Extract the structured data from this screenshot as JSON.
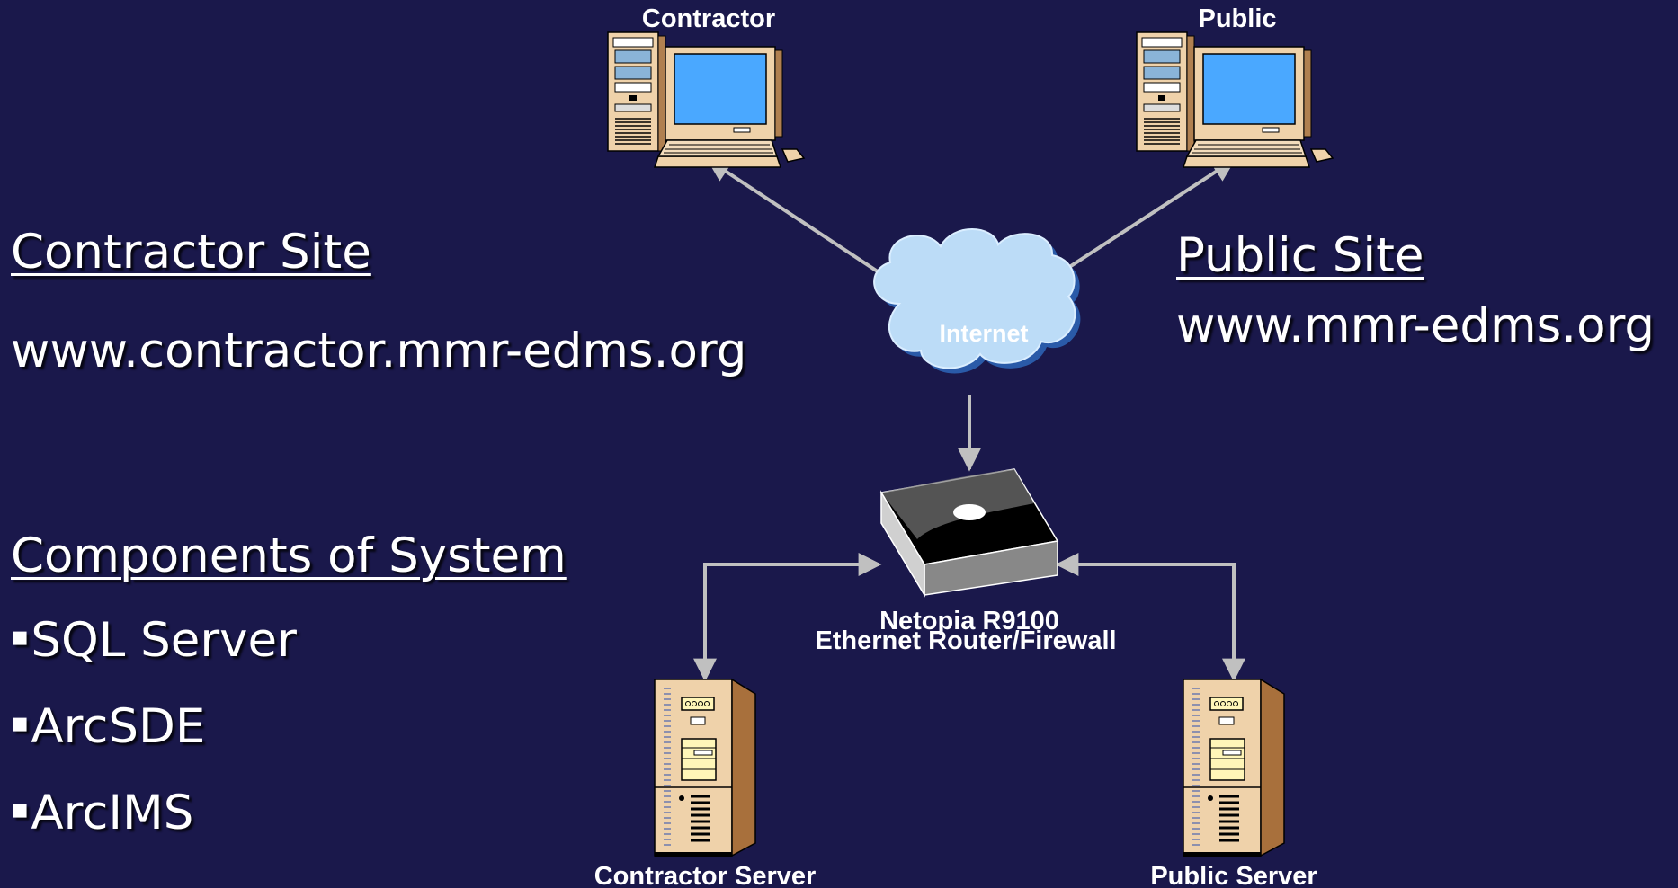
{
  "left_panel": {
    "contractor_site": {
      "heading": "Contractor Site",
      "url": "www.contractor.mmr-edms.org"
    },
    "components": {
      "heading": "Components of System",
      "bullet_mark": "▪",
      "items": [
        "SQL Server",
        "ArcSDE",
        "ArcIMS"
      ]
    }
  },
  "right_panel": {
    "public_site": {
      "heading": "Public Site",
      "url": "www.mmr-edms.org"
    }
  },
  "diagram": {
    "nodes": {
      "contractor_pc": {
        "label": "Contractor",
        "icon": "desktop-computer-icon"
      },
      "public_pc": {
        "label": "Public",
        "icon": "desktop-computer-icon"
      },
      "internet": {
        "label": "Internet",
        "icon": "cloud-icon"
      },
      "router": {
        "label_line1": "Netopia R9100",
        "label_line2": "Ethernet Router/Firewall",
        "icon": "router-icon"
      },
      "contractor_server": {
        "label": "Contractor Server",
        "icon": "tower-server-icon"
      },
      "public_server": {
        "label": "Public Server",
        "icon": "tower-server-icon"
      }
    },
    "edges": [
      {
        "from": "internet",
        "to": "contractor_pc"
      },
      {
        "from": "internet",
        "to": "public_pc"
      },
      {
        "from": "internet",
        "to": "router"
      },
      {
        "from": "router",
        "to": "contractor_server",
        "bidirectional": true
      },
      {
        "from": "router",
        "to": "public_server",
        "bidirectional": true
      }
    ],
    "colors": {
      "background": "#1a184b",
      "arrow": "#c0c0c0",
      "cloud": "#bcdcf7",
      "screen": "#4aa8ff",
      "case": "#efd2aa"
    }
  }
}
